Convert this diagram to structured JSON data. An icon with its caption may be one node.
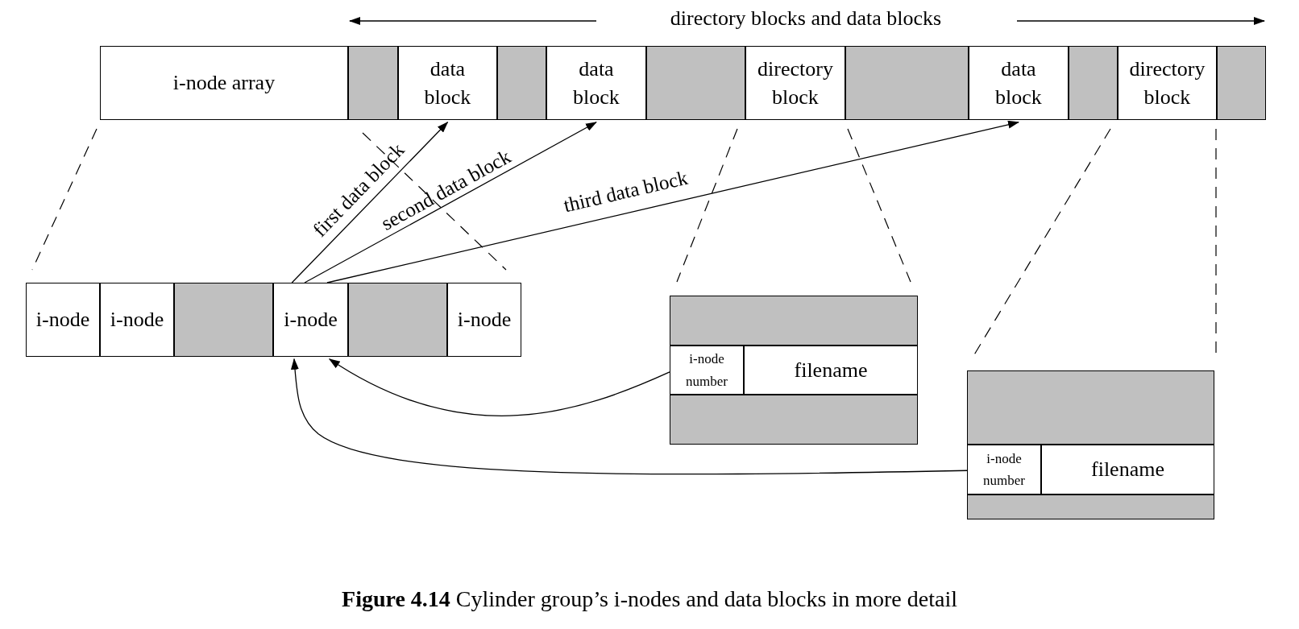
{
  "diagram": {
    "caption": "**Figure 4.14**   Cylinder group’s i-nodes and data blocks in more detail",
    "nodes": [
      {
        "text": [
          "i-node array"
        ]
      },
      {
        "text": [],
        "shape": "box"
      },
      {
        "text": [
          "data block"
        ]
      },
      {
        "text": [],
        "shape": "box"
      },
      {
        "text": [
          "data block"
        ]
      },
      {
        "text": [],
        "shape": "box"
      },
      {
        "text": [
          "directory block"
        ]
      },
      {
        "text": [],
        "shape": "box"
      },
      {
        "text": [
          "data block"
        ]
      },
      {
        "text": [],
        "shape": "box"
      },
      {
        "text": [
          "directory block"
        ]
      },
      {
        "text": [],
        "shape": "box"
      },
      {
        "text": [
          "i-node"
        ]
      },
      {
        "text": [
          "i-node"
        ]
      },
      {
        "text": [],
        "shape": "box"
      },
      {
        "text": [
          "i-node"
        ]
      },
      {
        "text": [],
        "shape": "box"
      },
      {
        "text": [
          "i-node"
        ]
      },
      {
        "text": [],
        "shape": "box"
      },
      {
        "text": [
          "i-node number"
        ]
      },
      {
        "text": [
          "filename"
        ]
      },
      {
        "text": [],
        "shape": "box"
      },
      {
        "text": [],
        "shape": "box"
      },
      {
        "text": [
          "i-node number"
        ]
      },
      {
        "text": [
          "filename"
        ]
      },
      {
        "text": [],
        "shape": "box"
      }
    ],
    "edges": [
      {
        "from": 15,
        "to": 2,
        "arrow": "to",
        "label": "first data block"
      },
      {
        "from": 15,
        "to": 4,
        "arrow": "to",
        "label": "second data block"
      },
      {
        "from": 15,
        "to": 8,
        "arrow": "to",
        "label": "third data block"
      },
      {
        "from": 19,
        "to": 15,
        "arrow": "to"
      },
      {
        "from": 23,
        "to": 15,
        "arrow": "to"
      }
    ],
    "labels": [
      "directory blocks and data blocks"
    ]
  }
}
